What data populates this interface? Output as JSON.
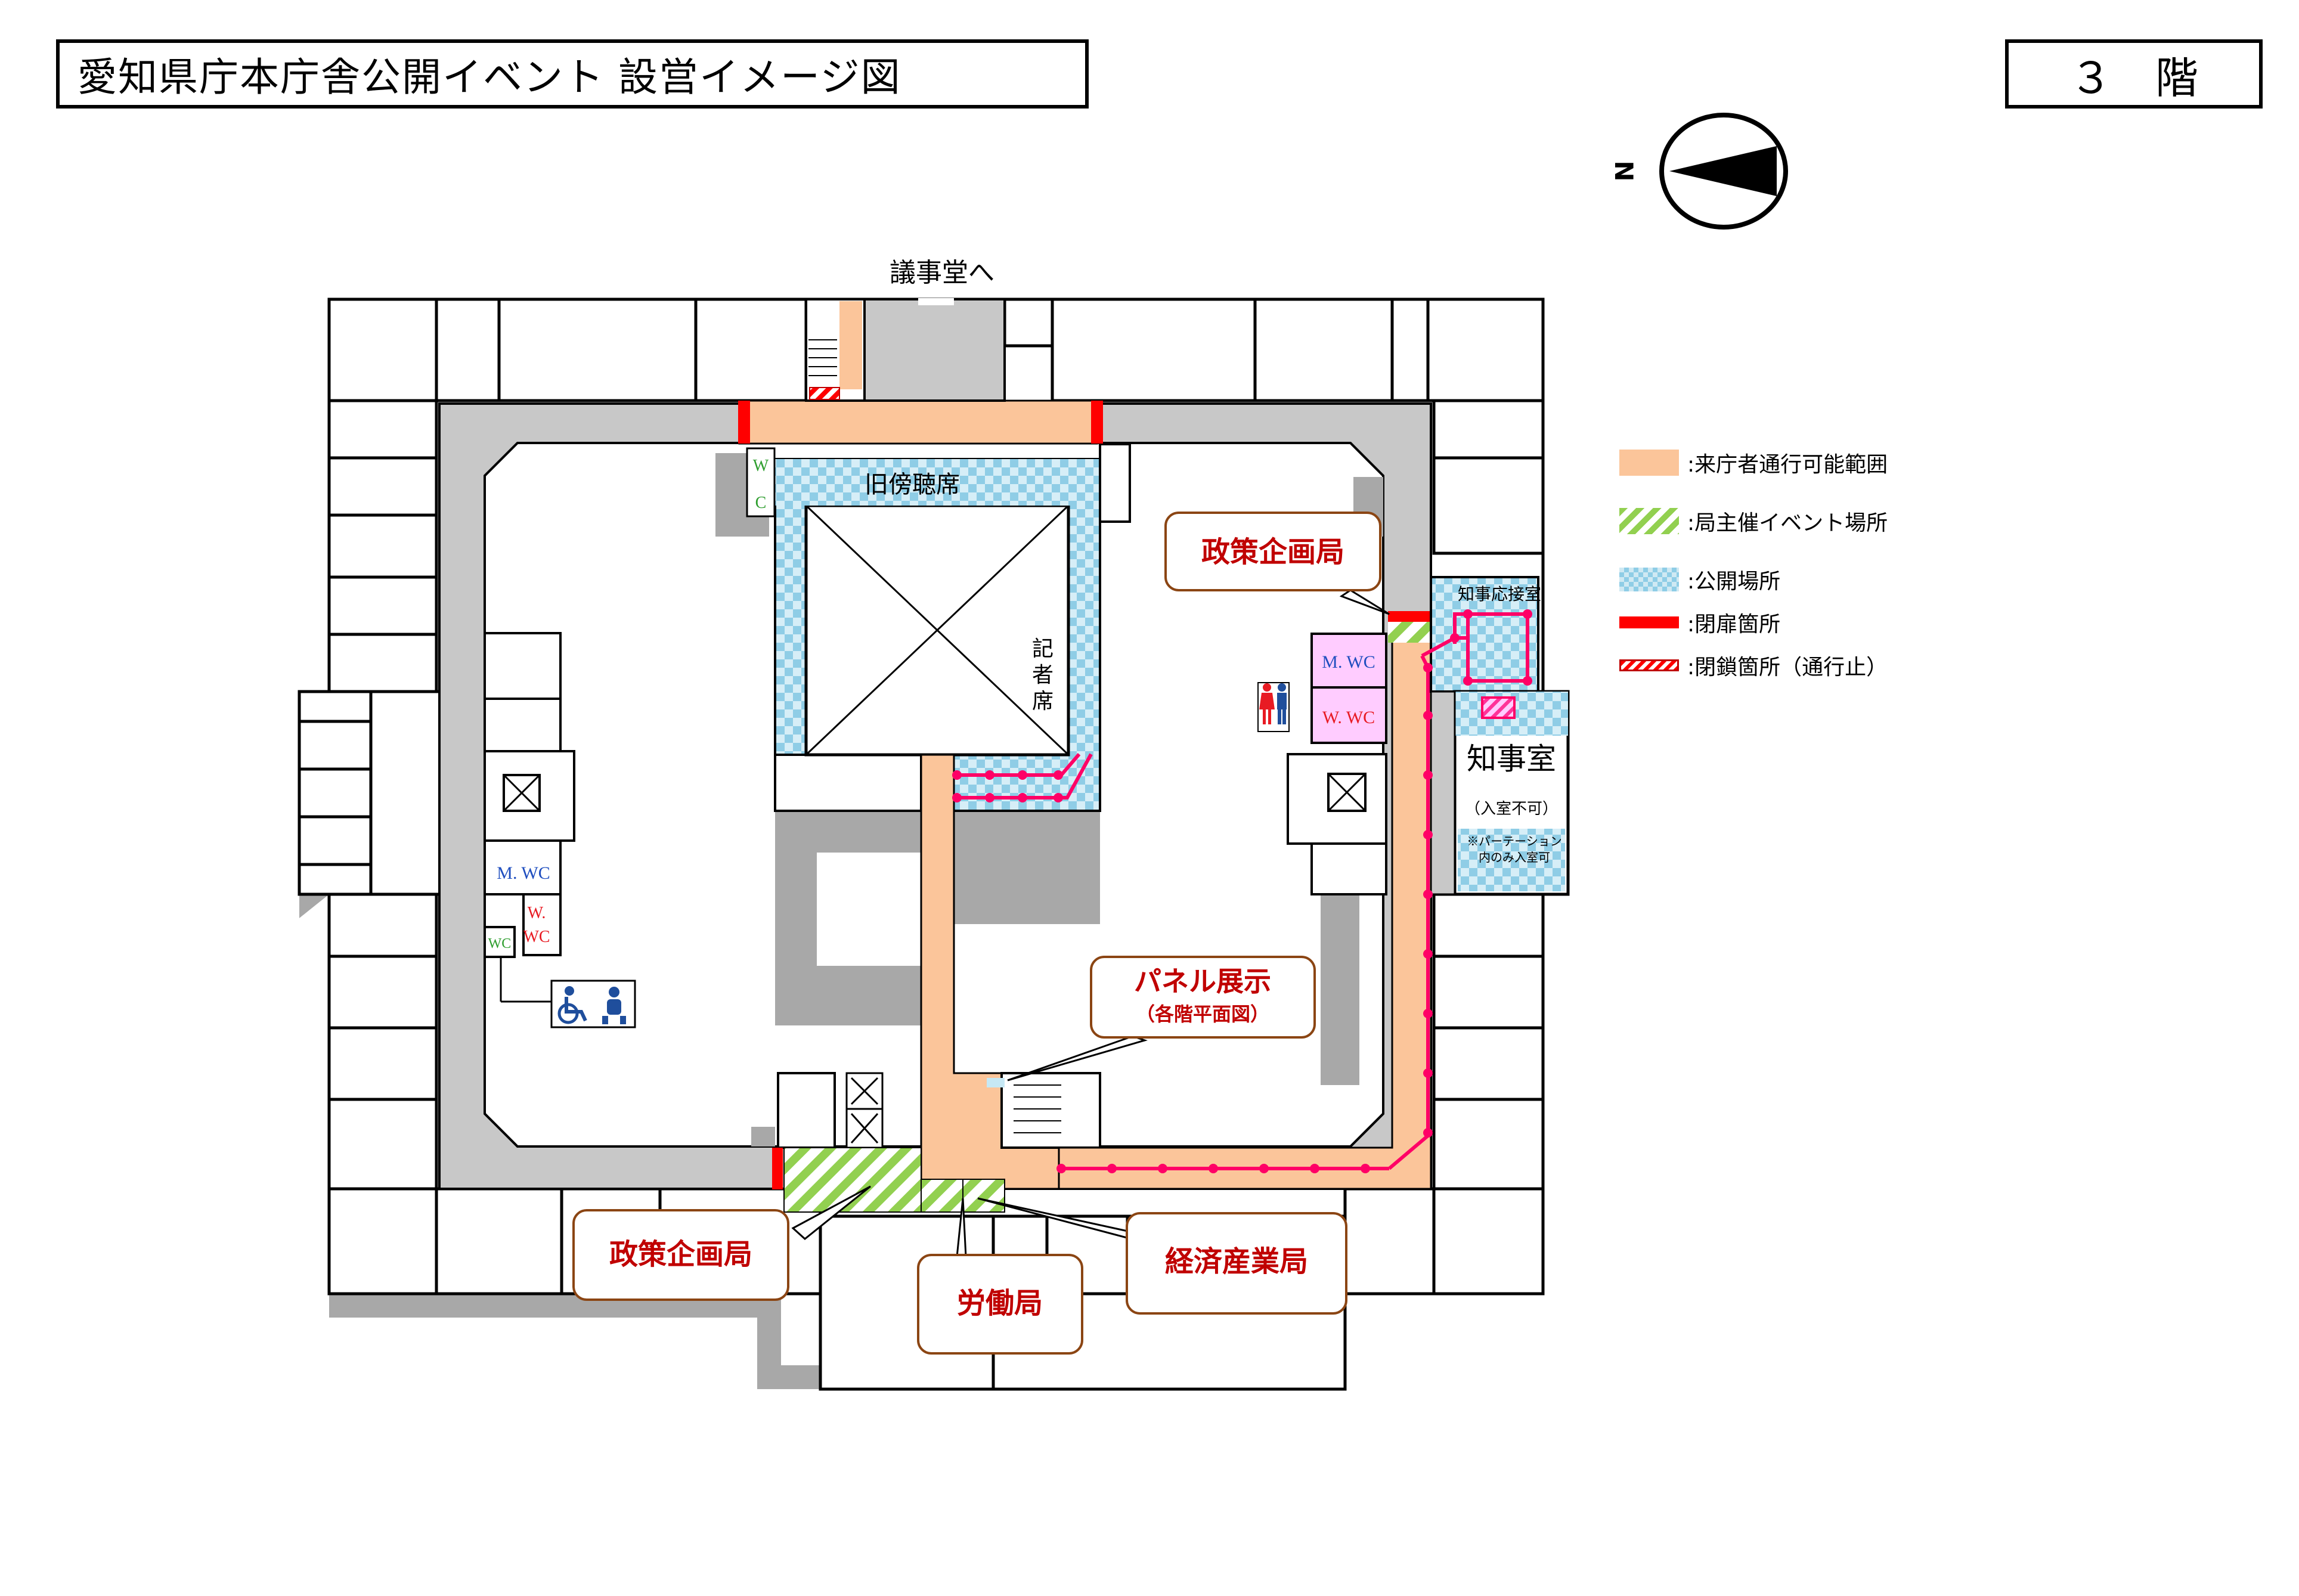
{
  "header": {
    "title": "愛知県庁本庁舎公開イベント 設営イメージ図",
    "floor": "３　階"
  },
  "compass": {
    "north_label": "N"
  },
  "map_labels": {
    "to_assembly": "議事堂へ",
    "old_gallery": "旧傍聴席",
    "press_seats": "記者席",
    "governor_reception": "知事応接室",
    "governor_office": "知事室",
    "no_entry": "（入室不可）",
    "partition_note_1": "※パーテーション",
    "partition_note_2": "内のみ入室可",
    "wc_left_m": "M. WC",
    "wc_left_w1": "W.",
    "wc_left_w2": "WC",
    "wc_small": "WC",
    "wc_top_w": "W",
    "wc_top_c": "C",
    "wc_right_m": "M. WC",
    "wc_right_w": "W. WC"
  },
  "callouts": {
    "policy_top": "政策企画局",
    "panel_title": "パネル展示",
    "panel_sub": "（各階平面図）",
    "policy_bottom": "政策企画局",
    "labor": "労働局",
    "economy": "経済産業局"
  },
  "legend": [
    {
      "key": "pass",
      "label": ":来庁者通行可能範囲"
    },
    {
      "key": "event",
      "label": ":局主催イベント場所"
    },
    {
      "key": "public",
      "label": ":公開場所"
    },
    {
      "key": "closed",
      "label": ":閉扉箇所"
    },
    {
      "key": "block",
      "label": ":閉鎖箇所（通行止）"
    }
  ],
  "colors": {
    "passable": "#fbc59a",
    "event": "#92d050",
    "public": "#8fcde6",
    "closed_door": "#ff0000",
    "route": "#ff0066",
    "callout_text": "#c00000",
    "callout_border": "#8b4513",
    "wall": "#c8c8c8",
    "wc_pink": "#ffccff"
  }
}
